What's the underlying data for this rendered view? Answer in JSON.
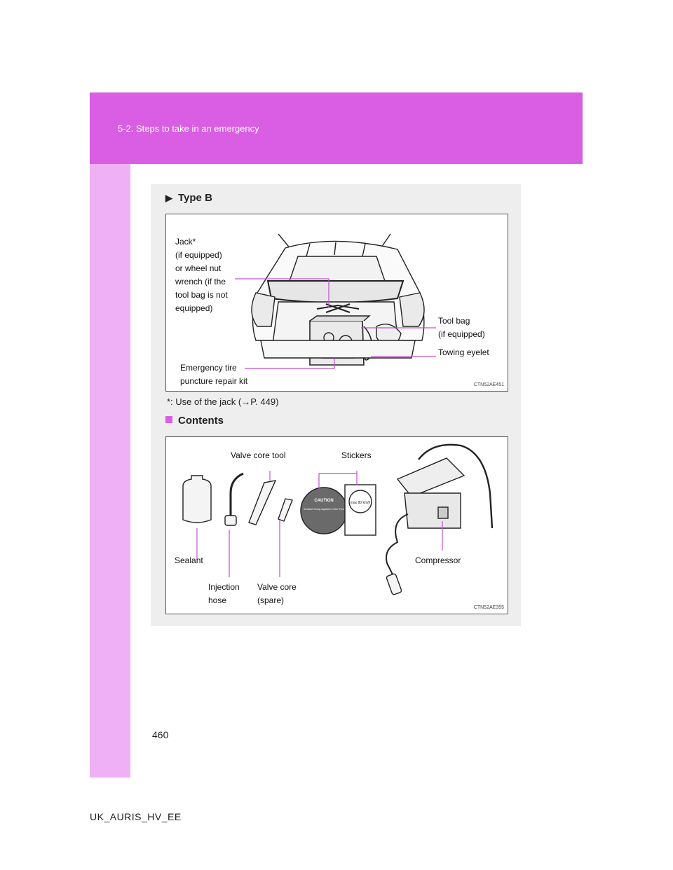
{
  "header": {
    "section": "5-2. Steps to take in an emergency"
  },
  "type_b": {
    "heading": "Type B",
    "figure_code": "CTN52AE451"
  },
  "labels1": {
    "jack": [
      "Jack*",
      "(if equipped)",
      "or wheel nut",
      "wrench (if the",
      "tool bag is not",
      "equipped)"
    ],
    "tool_bag": [
      "Tool bag",
      "(if equipped)"
    ],
    "towing": "Towing eyelet",
    "kit": [
      "Emergency tire",
      "puncture repair kit"
    ]
  },
  "note": "*: Use of the jack (→P. 449)",
  "contents": {
    "heading": "Contents",
    "figure_code": "CTN52AE355"
  },
  "labels2": {
    "valve_core_tool": "Valve core tool",
    "stickers": "Stickers",
    "sealant": "Sealant",
    "compressor": "Compressor",
    "hose": [
      "Injection",
      "hose"
    ],
    "valve_core": [
      "Valve core",
      "(spare)"
    ],
    "caution": "CAUTION",
    "sticker_text": "Sealant being Applied in the Tyre",
    "speed_sticker": "max 80 km/h"
  },
  "page_number": "460",
  "footer": "UK_AURIS_HV_EE",
  "colors": {
    "header": "#d95ee4",
    "strip": "#efb0f5",
    "panel": "#eeeeee",
    "leader": "#c04fd0"
  }
}
